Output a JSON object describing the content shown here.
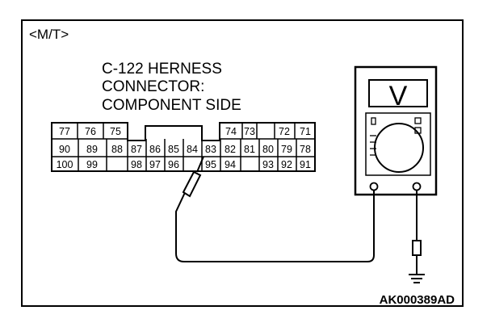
{
  "header_tag": "<M/T>",
  "connector": {
    "title_lines": [
      "C-122 HERNESS",
      "CONNECTOR:",
      "COMPONENT SIDE"
    ],
    "rows": [
      [
        "77",
        "76",
        "75",
        "",
        "",
        "",
        "",
        "",
        "",
        "74",
        "73",
        "",
        "72",
        "71"
      ],
      [
        "90",
        "89",
        "88",
        "87",
        "86",
        "85",
        "84",
        "83",
        "82",
        "81",
        "80",
        "79",
        "78"
      ],
      [
        "100",
        "99",
        "",
        "98",
        "97",
        "96",
        "",
        "95",
        "94",
        "",
        "93",
        "92",
        "91"
      ]
    ]
  },
  "meter": {
    "display_symbol": "V"
  },
  "figure_id": "AK000389AD"
}
